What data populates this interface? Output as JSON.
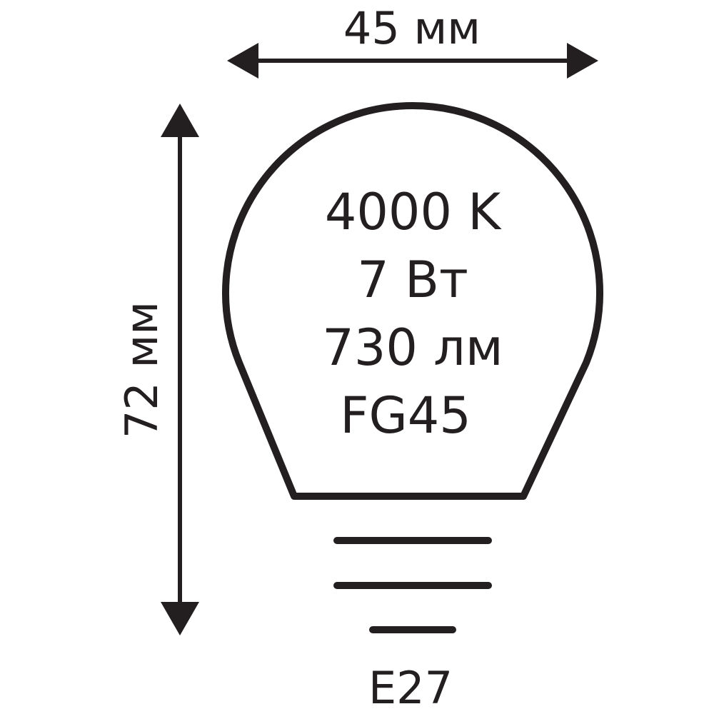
{
  "diagram": {
    "width_label": "45 мм",
    "height_label": "72 мм",
    "specs": {
      "color_temperature": "4000 K",
      "power": "7 Вт",
      "luminous_flux": "730 лм",
      "model": "FG45"
    },
    "base_label": "E27",
    "stroke_color": "#231f20"
  }
}
